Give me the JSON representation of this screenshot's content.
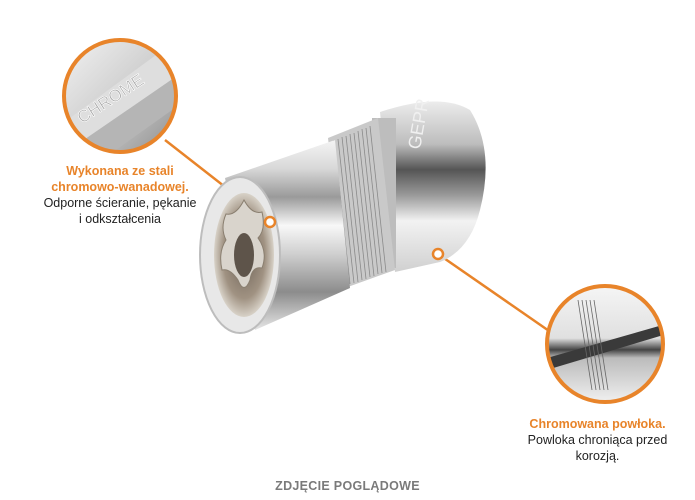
{
  "callouts": [
    {
      "title_line1": "Wykonana ze stali",
      "title_line2": "chromowo-wanadowej.",
      "body_line1": "Odporne ścieranie, pękanie",
      "body_line2": "i odkształcenia",
      "zoom_label": "CHROME"
    },
    {
      "title_line1": "Chromowana powłoka.",
      "body_line1": "Powloka chroniąca przed",
      "body_line2": "korozją."
    }
  ],
  "product": {
    "engraving": "GEPR",
    "name": "socket-wrench-head"
  },
  "caption": "ZDJĘCIE POGLĄDOWE",
  "colors": {
    "accent": "#e8842a",
    "text": "#222222",
    "caption": "#7a7a7a",
    "background": "#ffffff"
  }
}
